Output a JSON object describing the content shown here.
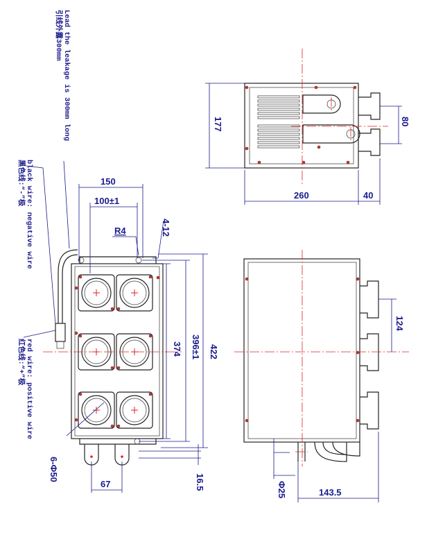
{
  "notes": {
    "lead_cn": "引线外露300mm",
    "lead_en": "Lead the leakage is 300mm long",
    "black_cn": "黑色线:“-”极",
    "black_en": "black wire: negative wire",
    "red_cn": "红色线:“+”极",
    "red_en": "red wire: positive wire"
  },
  "dims": {
    "d150": "150",
    "d100": "100±1",
    "r4": "R4",
    "d4_12": "4-12",
    "d374": "374",
    "d396": "396±1",
    "d422": "422",
    "d6phi50": "6-Φ50",
    "d67": "67",
    "d16_5": "16.5",
    "d177": "177",
    "d260": "260",
    "d40": "40",
    "d80": "80",
    "d124": "124",
    "d143_5": "143.5",
    "dphi25": "Φ25"
  },
  "colors": {
    "dimension": "#1a1a8c",
    "centerline": "#dd2222",
    "outline": "#222222"
  }
}
